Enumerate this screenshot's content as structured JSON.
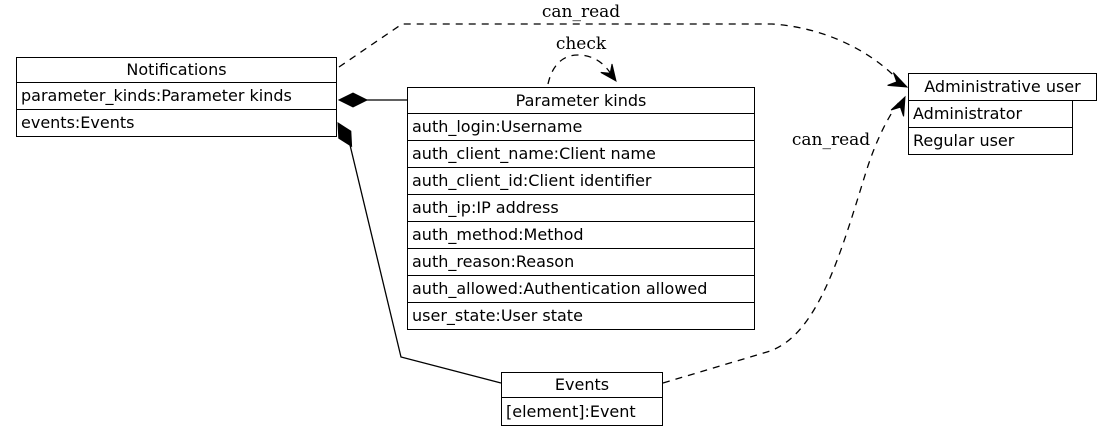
{
  "colors": {
    "background": "#ffffff",
    "line": "#000000",
    "text": "#000000"
  },
  "nodes": {
    "notifications": {
      "title": "Notifications",
      "fields": [
        "parameter_kinds:Parameter kinds",
        "events:Events"
      ]
    },
    "parameter_kinds": {
      "title": "Parameter kinds",
      "fields": [
        "auth_login:Username",
        "auth_client_name:Client name",
        "auth_client_id:Client identifier",
        "auth_ip:IP address",
        "auth_method:Method",
        "auth_reason:Reason",
        "auth_allowed:Authentication allowed",
        "user_state:User state"
      ]
    },
    "administrative_user": {
      "title": "Administrative user",
      "fields": [
        "Administrator",
        "Regular user"
      ]
    },
    "events": {
      "title": "Events",
      "fields": [
        "[element]:Event"
      ]
    }
  },
  "edges": {
    "can_read_top": {
      "label": "can_read",
      "from": "Notifications",
      "to": "Administrative user",
      "style": "dashed",
      "arrow": "vee"
    },
    "check_loop": {
      "label": "check",
      "from": "Parameter kinds",
      "to": "Parameter kinds",
      "style": "dashed",
      "arrow": "vee"
    },
    "can_read_bottom": {
      "label": "can_read",
      "from": "Events",
      "to": "Administrative user",
      "style": "dashed",
      "arrow": "vee"
    },
    "composition_parameter_kinds": {
      "label": "",
      "from": "Parameter kinds",
      "to": "Notifications",
      "style": "solid",
      "arrow": "diamond"
    },
    "composition_events": {
      "label": "",
      "from": "Events",
      "to": "Notifications",
      "style": "solid",
      "arrow": "diamond"
    }
  }
}
